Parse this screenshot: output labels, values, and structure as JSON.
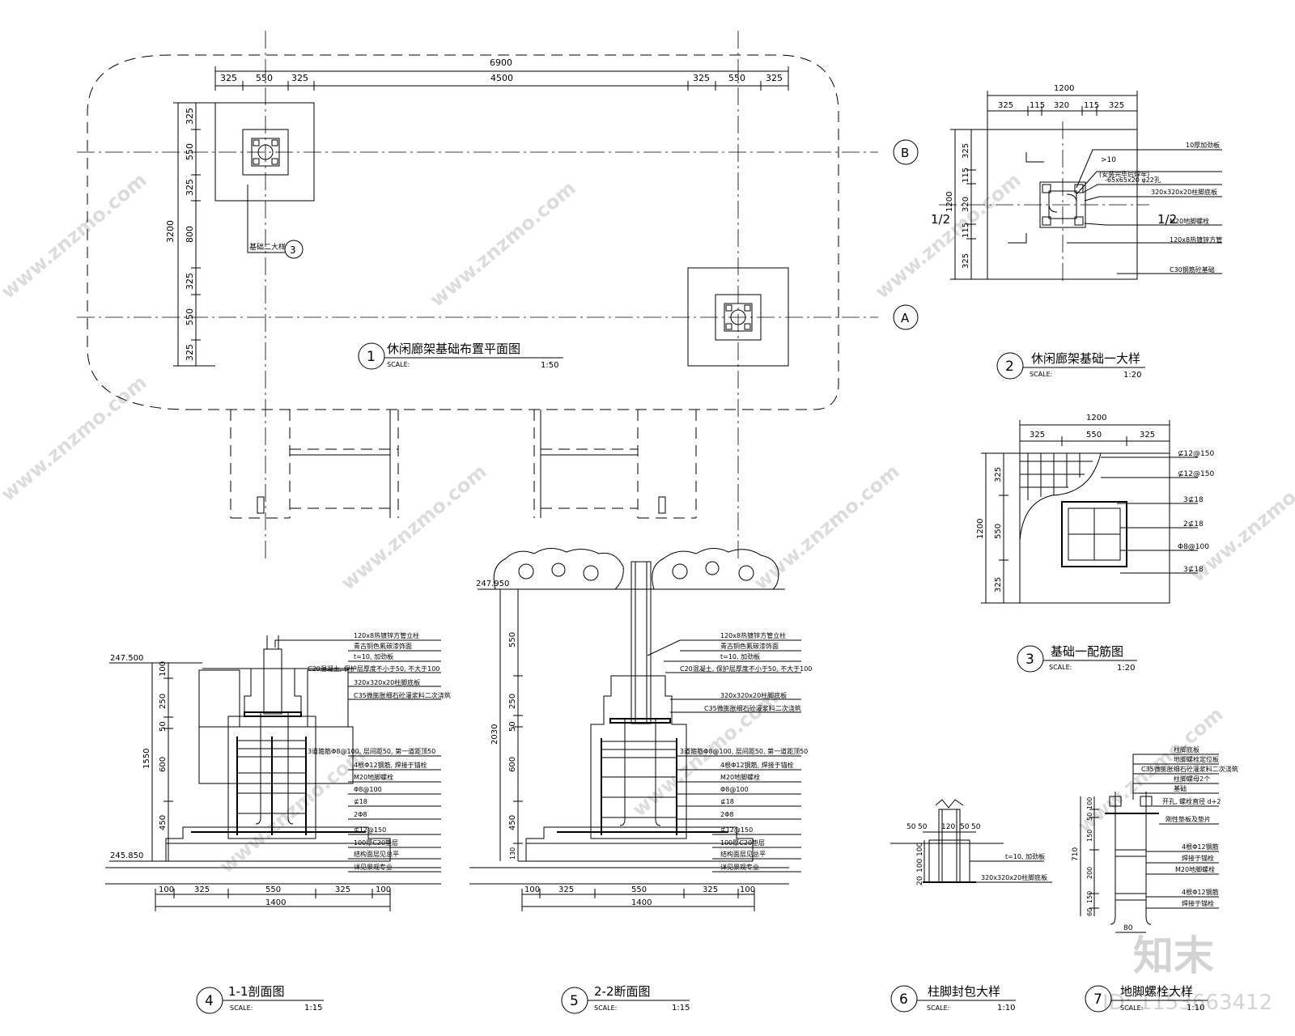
{
  "watermark": {
    "site": "www.znzmo.com",
    "brand": "知末",
    "id": "ID: 1153663412"
  },
  "drawing1": {
    "number": "1",
    "title": "休闲廊架基础布置平面图",
    "scale_label": "SCALE:",
    "scale": "1:50",
    "dims_top_total": "6900",
    "dims_top": [
      "325",
      "550",
      "325",
      "4500",
      "325",
      "550",
      "325"
    ],
    "dims_left_total": "3200",
    "dims_left": [
      "325",
      "550",
      "325",
      "800",
      "325",
      "550",
      "325"
    ],
    "axis_b": "B",
    "axis_a": "A",
    "callout_text": "基础二大样",
    "callout_num": "3"
  },
  "drawing2": {
    "number": "2",
    "title": "休闲廊架基础一大样",
    "scale_label": "SCALE:",
    "scale": "1:20",
    "dim_total": "1200",
    "dims": [
      "325",
      "115",
      "320",
      "115",
      "325"
    ],
    "dim_left_total": "1200",
    "dims_left": [
      "325",
      "115",
      "320",
      "115",
      "325"
    ],
    "half_left": "1/2",
    "half_right": "1/2",
    "weld": ">10",
    "notes": [
      "10厚加劲板",
      "(安装完毕后焊牢)",
      "-65x65x20  φ22孔",
      "320x320x20柱脚底板",
      "M20地脚螺栓",
      "120x8热镀锌方管",
      "C30钢筋砼基础"
    ]
  },
  "drawing3": {
    "number": "3",
    "title": "基础一配筋图",
    "scale_label": "SCALE:",
    "scale": "1:20",
    "dim_total": "1200",
    "dims": [
      "325",
      "550",
      "325"
    ],
    "dim_left_total": "1200",
    "dims_left": [
      "325",
      "550",
      "325"
    ],
    "notes": [
      "⊈12@150",
      "⊈12@150",
      "3⊈18",
      "2⊈18",
      "Φ8@100",
      "3⊈18"
    ]
  },
  "drawing4": {
    "number": "4",
    "title": "1-1剖面图",
    "scale_label": "SCALE:",
    "scale": "1:15",
    "elev_top": "247.500",
    "elev_bottom": "245.850",
    "dims_left": [
      "100",
      "250",
      "50",
      "600",
      "450"
    ],
    "dim_left_total": "1550",
    "dims_bottom": [
      "100",
      "325",
      "550",
      "325",
      "100"
    ],
    "dim_bottom_total": "1400",
    "notes": [
      "120x8热镀锌方管立柱",
      "青古铜色氟碳漆饰面",
      "t=10, 加劲板",
      "C20混凝土, 保护层厚度不小于50, 不大于100",
      "320x320x20柱脚底板",
      "C35微膨胀细石砼灌浆料二次浇筑",
      "3道箍筋Φ8@100, 层间距50, 第一道距顶50",
      "4根Φ12钢筋, 焊接于锚栓",
      "M20地脚螺栓",
      "Φ8@100",
      "⊈18",
      "2Φ8",
      "⊈12@150",
      "100厚C20垫层",
      "结构面层见总平",
      "详见景观专业"
    ]
  },
  "drawing5": {
    "number": "5",
    "title": "2-2断面图",
    "scale_label": "SCALE:",
    "scale": "1:15",
    "elev_top": "247.950",
    "dims_left": [
      "550",
      "250",
      "50",
      "600",
      "450",
      "130"
    ],
    "dim_left_total": "2030",
    "dims_bottom": [
      "100",
      "325",
      "550",
      "325",
      "100"
    ],
    "dim_bottom_total": "1400",
    "notes": [
      "120x8热镀锌方管立柱",
      "青古铜色氟碳漆饰面",
      "t=10, 加劲板",
      "C20混凝土, 保护层厚度不小于50, 不大于100",
      "320x320x20柱脚底板",
      "C35微膨胀细石砼灌浆料二次浇筑",
      "3道箍筋Φ8@100, 层间距50, 第一道距顶50",
      "4根Φ12钢筋, 焊接于锚栓",
      "M20地脚螺栓",
      "Φ8@100",
      "⊈18",
      "2Φ8",
      "⊈12@150",
      "100厚C20垫层",
      "结构面层见总平",
      "详见景观专业"
    ]
  },
  "drawing6": {
    "number": "6",
    "title": "柱脚封包大样",
    "scale_label": "SCALE:",
    "scale": "1:10",
    "dims_top": [
      "50",
      "50",
      "120",
      "50",
      "50"
    ],
    "dims_left": [
      "20",
      "100",
      "100"
    ],
    "notes": [
      "t=10, 加劲板",
      "320x320x20柱脚底板"
    ]
  },
  "drawing7": {
    "number": "7",
    "title": "地脚螺栓大样",
    "scale_label": "SCALE:",
    "scale": "1:10",
    "dims_left": [
      "100",
      "50",
      "150",
      "200",
      "150",
      "60"
    ],
    "dim_left_total": "710",
    "dim_bottom": "80",
    "notes": [
      "柱脚底板",
      "地脚螺栓定位板",
      "C35微膨胀细石砼灌浆料二次浇筑",
      "柱脚螺母2个",
      "基础",
      "开孔, 螺栓直径 d+2",
      "刚性垫板及垫片",
      "4根Φ12钢筋",
      "焊接于锚栓",
      "M20地脚螺栓",
      "4根Φ12钢筋",
      "焊接于锚栓"
    ]
  }
}
